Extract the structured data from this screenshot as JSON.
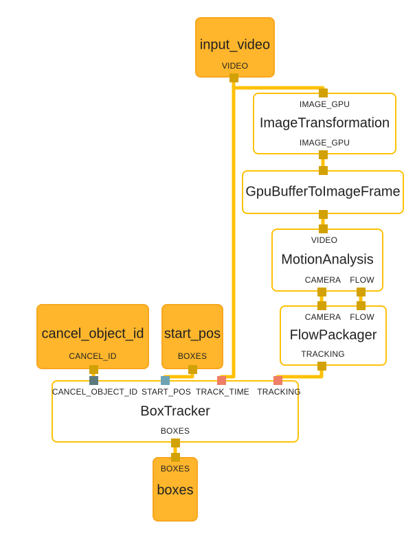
{
  "colors": {
    "edge": "#FFC107",
    "port_default": "#D2A106",
    "port_cancel_object_id": "#5E7A7E",
    "port_start_pos": "#6BA3B5",
    "port_tracking": "#EE7E66",
    "stream_node_fill": "#FFB62C",
    "stream_node_border": "#F7A61E",
    "calc_node_border": "#FFC107",
    "text": "#212121"
  },
  "nodes": {
    "input_video": {
      "title": "input_video",
      "output_label": "VIDEO"
    },
    "image_transformation": {
      "input_label": "IMAGE_GPU",
      "title": "ImageTransformation",
      "output_label": "IMAGE_GPU"
    },
    "gpu_buffer_to_image_frame": {
      "title": "GpuBufferToImageFrame"
    },
    "motion_analysis": {
      "input_label": "VIDEO",
      "title": "MotionAnalysis",
      "output_labels": [
        "CAMERA",
        "FLOW"
      ]
    },
    "flow_packager": {
      "input_labels": [
        "CAMERA",
        "FLOW"
      ],
      "title": "FlowPackager",
      "output_label": "TRACKING"
    },
    "cancel_object_id": {
      "title": "cancel_object_id",
      "output_label": "CANCEL_ID"
    },
    "start_pos": {
      "title": "start_pos",
      "output_label": "BOXES"
    },
    "box_tracker": {
      "input_labels": [
        "CANCEL_OBJECT_ID",
        "START_POS",
        "TRACK_TIME",
        "TRACKING"
      ],
      "title": "BoxTracker",
      "output_label": "BOXES"
    },
    "boxes": {
      "input_label": "BOXES",
      "title": "boxes"
    }
  }
}
